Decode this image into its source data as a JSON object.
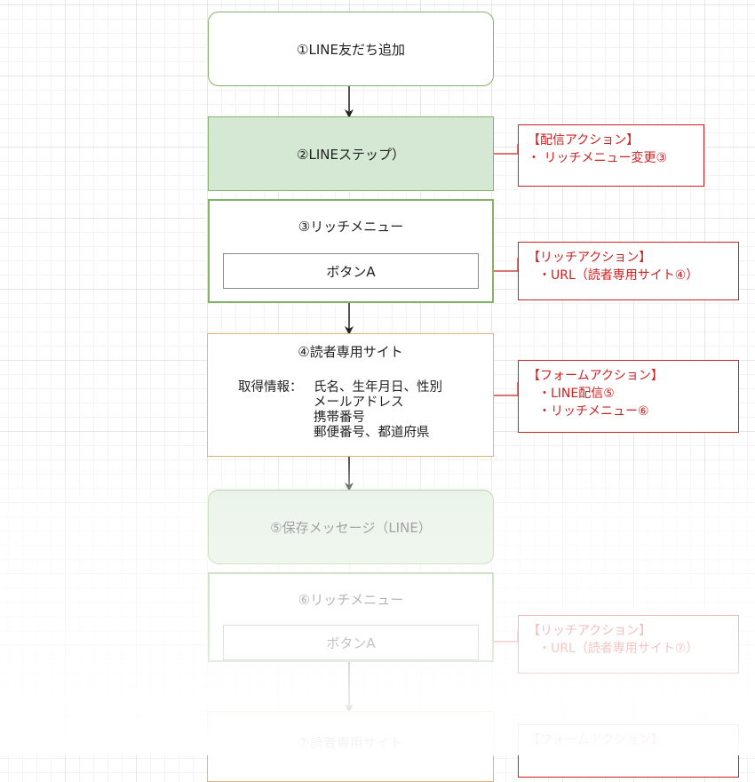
{
  "nodes": {
    "add_friend": "①LINE友だち追加",
    "step": "②LINEステップ）",
    "rich_menu_1": {
      "title": "③リッチメニュー",
      "button": "ボタンA"
    },
    "reader_site": {
      "title": "④読者専用サイト",
      "info_label": "取得情報：",
      "info_lines": [
        "氏名、生年月日、性別",
        "メールアドレス",
        "携帯番号",
        "郵便番号、都道府県"
      ]
    },
    "save_message": "⑤保存メッセージ（LINE）",
    "rich_menu_2": {
      "title": "⑥リッチメニュー",
      "button": "ボタンA"
    },
    "next_node": "⑦読者専用サイト"
  },
  "notes": {
    "delivery_action": {
      "title": "【配信アクション】",
      "lines": [
        "・ リッチメニュー変更③"
      ]
    },
    "rich_action_1": {
      "title": "【リッチアクション】",
      "lines": [
        "・URL（読者専用サイト④）"
      ]
    },
    "form_action": {
      "title": "【フォームアクション】",
      "lines": [
        "・LINE配信⑤",
        "・リッチメニュー⑥"
      ]
    },
    "rich_action_2": {
      "title": "【リッチアクション】",
      "lines": [
        "・URL（読者専用サイト⑦）"
      ]
    },
    "form_action_2": {
      "title": "【フォームアクション】"
    }
  },
  "colors": {
    "green_border": "#82b366",
    "green_fill": "#d5e8d4",
    "orange_border": "#e6b072",
    "note_red": "#cc2222",
    "arrow": "#222222"
  }
}
